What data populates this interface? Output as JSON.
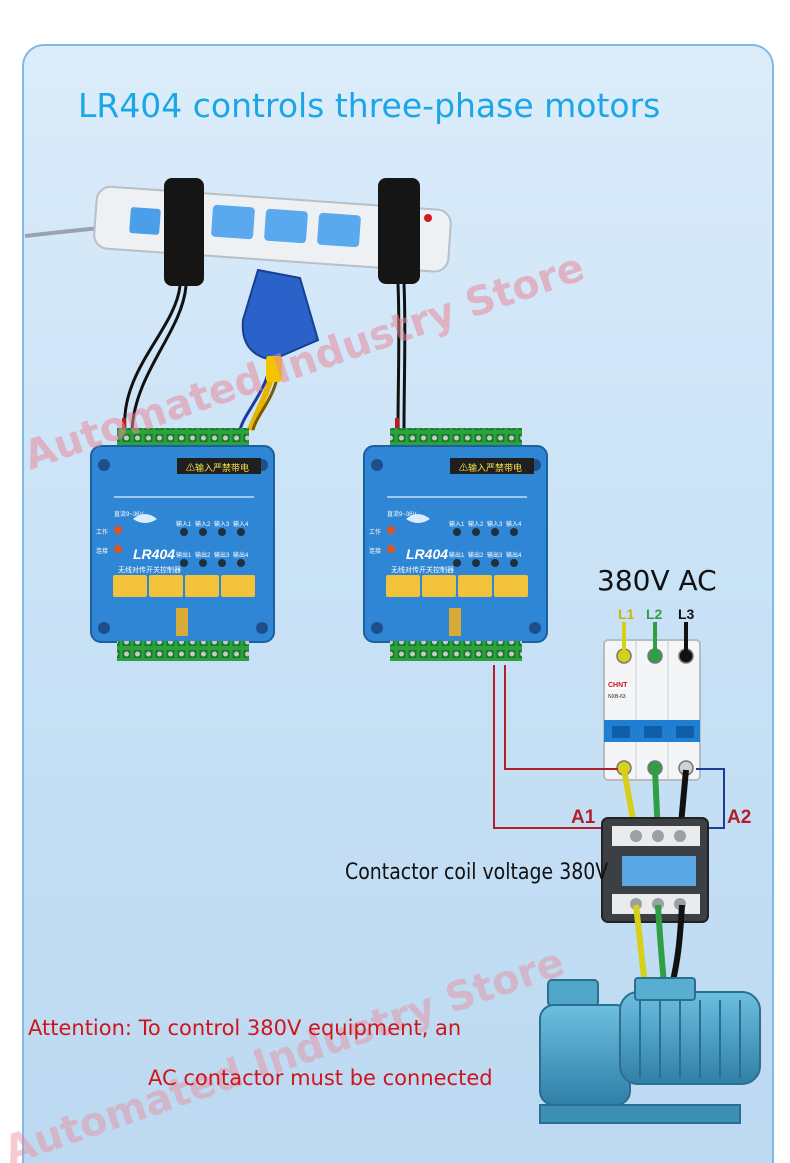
{
  "title": "LR404 controls three-phase motors",
  "supply_label": "380V AC",
  "phases": [
    {
      "label": "L1",
      "color": "#d7cf19"
    },
    {
      "label": "L2",
      "color": "#2f9e44"
    },
    {
      "label": "L3",
      "color": "#111111"
    }
  ],
  "coil_terminals": {
    "a1": "A1",
    "a2": "A2"
  },
  "coil_note": "Contactor coil voltage 380V",
  "attention": {
    "line1": "Attention: To control 380V equipment, an",
    "line2": "AC contactor must be connected"
  },
  "watermark": "Automated Industry Store",
  "module": {
    "model": "LR404",
    "subtitle": "无线对传开关控制器",
    "warning": "⚠输入严禁带电",
    "power_label": "直流9~36V",
    "work_led": "工作",
    "link_led": "连接",
    "inputs": [
      "输入1",
      "输入2",
      "输入3",
      "输入4"
    ],
    "outputs": [
      "输出1",
      "输出2",
      "输出3",
      "输出4"
    ]
  },
  "breaker": {
    "brand": "CHNT",
    "model": "NXB-63"
  },
  "colors": {
    "accent": "#1aa7e6",
    "module_blue": "#2f86d4",
    "terminal_green": "#2aa23d",
    "wire_red": "#b21e2a",
    "wire_blue": "#1e3a9a",
    "motor_blue": "#3f9fc4"
  }
}
